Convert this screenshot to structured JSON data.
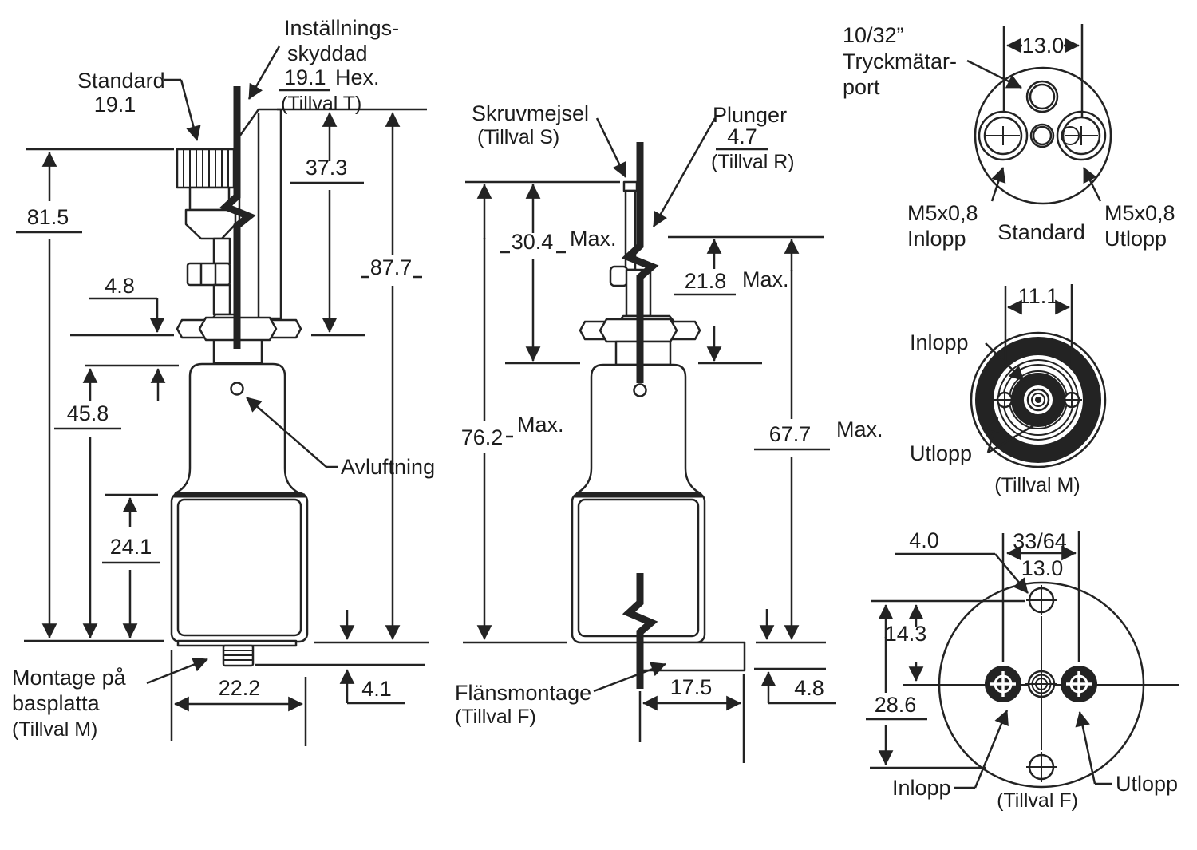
{
  "colors": {
    "line": "#232323",
    "background": "#ffffff"
  },
  "left_view": {
    "labels": {
      "standard": "Standard",
      "standard_value": "19.1",
      "protect_line1": "Inställnings-",
      "protect_line2": "skyddad",
      "protect_hex_value": "19.1",
      "protect_hex_unit": "Hex.",
      "protect_option": "(Tillval T)",
      "vent": "Avluftning",
      "mount_line1": "Montage på",
      "mount_line2": "basplatta",
      "mount_line3": "(Tillval M)"
    },
    "dims": {
      "knob_height": "81.5",
      "neck_exposed": "4.8",
      "bonnet_top": "45.8",
      "body_height": "24.1",
      "hex_cap_height": "37.3",
      "overall_height": "87.7",
      "body_width": "22.2",
      "stud_height": "4.1"
    }
  },
  "middle_view": {
    "labels": {
      "screwdriver": "Skruvmejsel",
      "screwdriver_option": "(Tillval S)",
      "plunger": "Plunger",
      "plunger_value": "4.7",
      "plunger_option": "(Tillval R)",
      "flange_mount": "Flänsmontage",
      "flange_option": "(Tillval F)"
    },
    "dims": {
      "screwdriver_height": "30.4",
      "screwdriver_height_max": "Max.",
      "plunger_height": "21.8",
      "plunger_height_max": "Max.",
      "overall_height": "76.2",
      "overall_height_max": "Max.",
      "plunger_overall": "67.7",
      "plunger_overall_max": "Max.",
      "flange_width": "17.5",
      "flange_thickness": "4.8"
    }
  },
  "port_view_standard": {
    "gauge_line1": "10/32”",
    "gauge_line2": "Tryckmätar-",
    "gauge_line3": "port",
    "port_spacing": "13.0",
    "inlet_thread": "M5x0,8",
    "inlet": "Inlopp",
    "caption": "Standard",
    "outlet_thread": "M5x0,8",
    "outlet": "Utlopp"
  },
  "port_view_m": {
    "port_spacing": "11.1",
    "inlet": "Inlopp",
    "outlet": "Utlopp",
    "caption": "(Tillval M)"
  },
  "port_view_f": {
    "hole_diameter": "4.0",
    "port_spacing_inch": "33/64",
    "port_spacing_mm": "13.0",
    "hole_to_center": "14.3",
    "hole_to_hole": "28.6",
    "inlet": "Inlopp",
    "outlet": "Utlopp",
    "caption": "(Tillval F)"
  }
}
